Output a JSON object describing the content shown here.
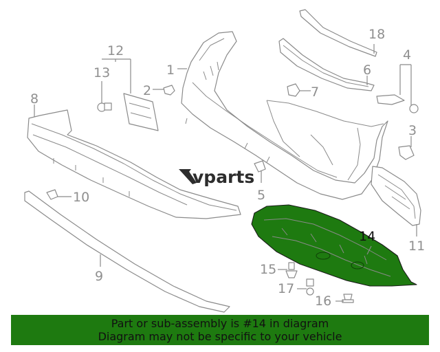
{
  "brand": {
    "logo_text": "vparts"
  },
  "colors": {
    "highlight": "#1e7a10",
    "part_stroke": "#8a8a8a",
    "banner_bg": "#1e7a10"
  },
  "callouts": [
    "1",
    "2",
    "3",
    "4",
    "5",
    "6",
    "7",
    "8",
    "9",
    "10",
    "11",
    "12",
    "13",
    "14",
    "15",
    "16",
    "17",
    "18"
  ],
  "highlighted_part": "14",
  "banner": {
    "line1": "Part or sub-assembly is #14 in diagram",
    "line2": "Diagram may not be specific to your vehicle"
  }
}
